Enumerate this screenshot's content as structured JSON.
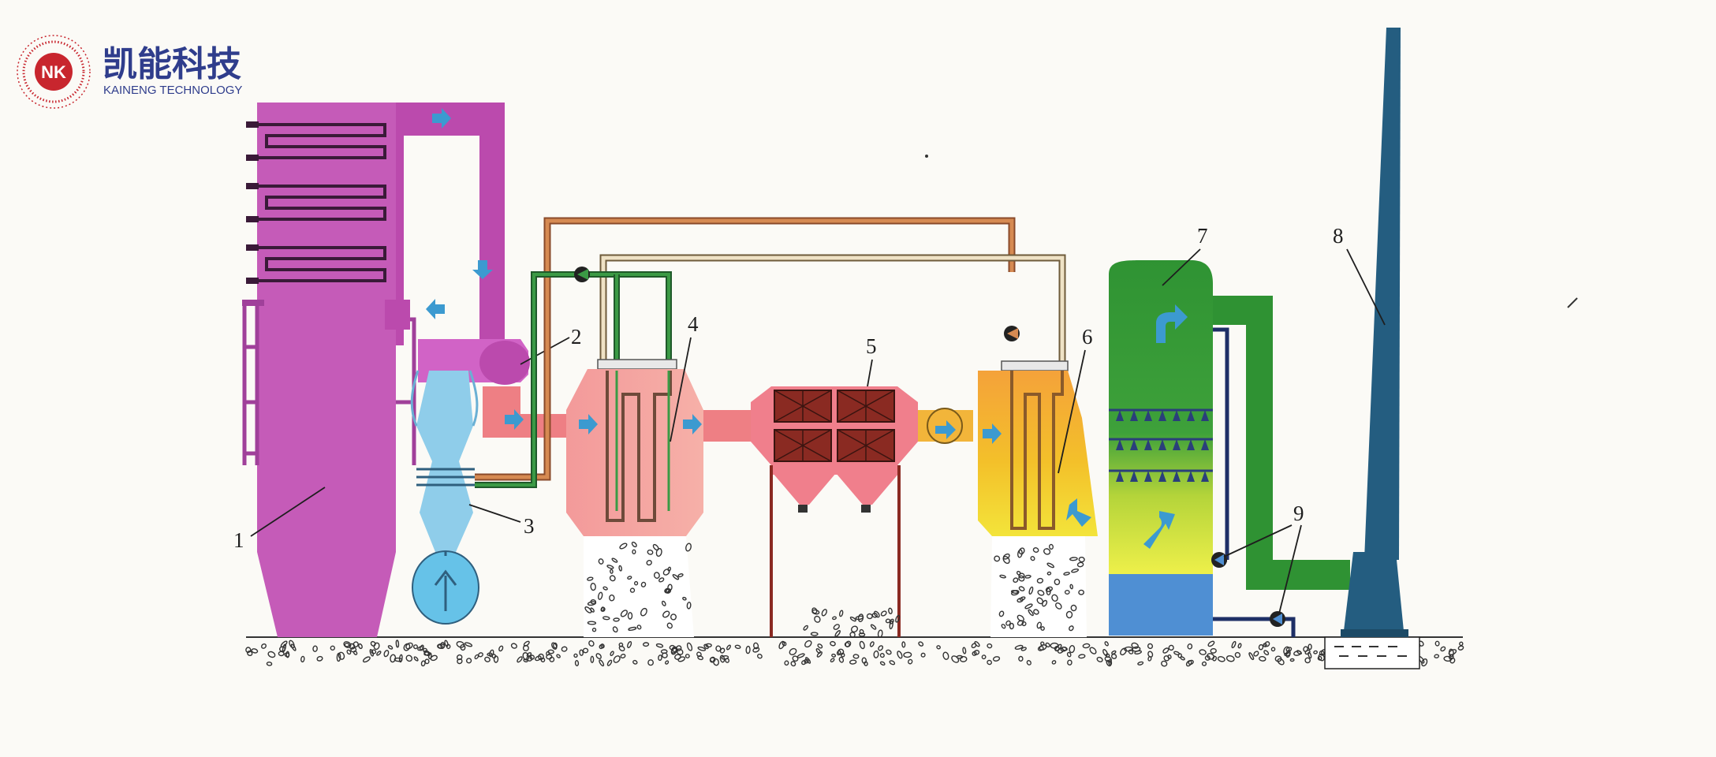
{
  "brand": {
    "logo_mark": "NK",
    "name_cn": "凯能科技",
    "name_en": "KAINENG TECHNOLOGY",
    "color": "#2f3d8c",
    "accent": "#c8262e"
  },
  "diagram": {
    "labels": [
      "1",
      "2",
      "3",
      "4",
      "5",
      "6",
      "7",
      "8",
      "9"
    ],
    "colors": {
      "boiler": "#c55bb8",
      "boiler_duct": "#bb4aad",
      "air_preheater": "#8fcdea",
      "heater_shell": "#f3a8a1",
      "duct_red": "#ee7f84",
      "collector": "#8a2a22",
      "collector_hopper": "#f07f8c",
      "orange_tank": "#f2b53a",
      "green_tower": "#2f9233",
      "blue_base": "#4f8fd3",
      "chimney": "#245d80",
      "hot_pipe": "#d68a52",
      "cold_pipe": "#efe2c5",
      "arrow": "#3c9ad0"
    },
    "icons": [
      "flow-arrow-icon",
      "pump-icon",
      "fan-icon",
      "spray-nozzle-icon"
    ]
  }
}
